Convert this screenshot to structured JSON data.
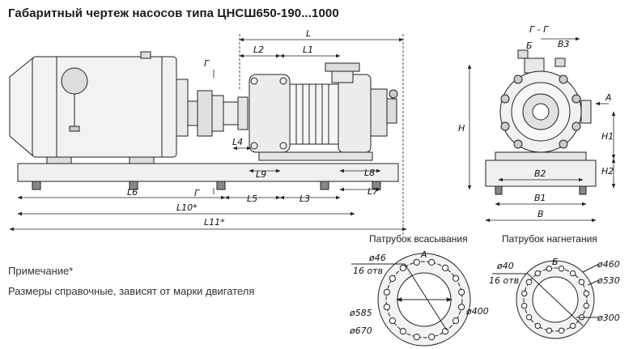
{
  "title": "Габаритный чертеж насосов типа ЦНСШ650-190...1000",
  "notes": {
    "line1": "Примечание*",
    "line2": "Размеры справочные, зависят от марки двигателя"
  },
  "side_view": {
    "labels": {
      "L": "L",
      "L1": "L1",
      "L2": "L2",
      "L3": "L3",
      "L4": "L4",
      "L5": "L5",
      "L6": "L6",
      "L7": "L7",
      "L8": "L8",
      "L9": "L9",
      "L10": "L10*",
      "L11": "L11*",
      "G": "Г"
    }
  },
  "end_view": {
    "section": "Г - Г",
    "labels": {
      "B": "Б",
      "B3": "B3",
      "A": "А",
      "H": "H",
      "H1": "H1",
      "H2": "H2",
      "B2": "B2",
      "B1": "B1",
      "Bw": "B"
    }
  },
  "flange_suction": {
    "caption": "Патрубок всасывания",
    "letter": "А",
    "hole": "ø46",
    "holes_count": "16 отв",
    "d1": "ø585",
    "d2": "ø670",
    "bore": "ø400"
  },
  "flange_discharge": {
    "caption": "Патрубок нагнетания",
    "letter": "Б",
    "hole": "ø40",
    "holes_count": "16 отв",
    "d1": "ø460",
    "d2": "ø530",
    "bore": "ø300"
  }
}
